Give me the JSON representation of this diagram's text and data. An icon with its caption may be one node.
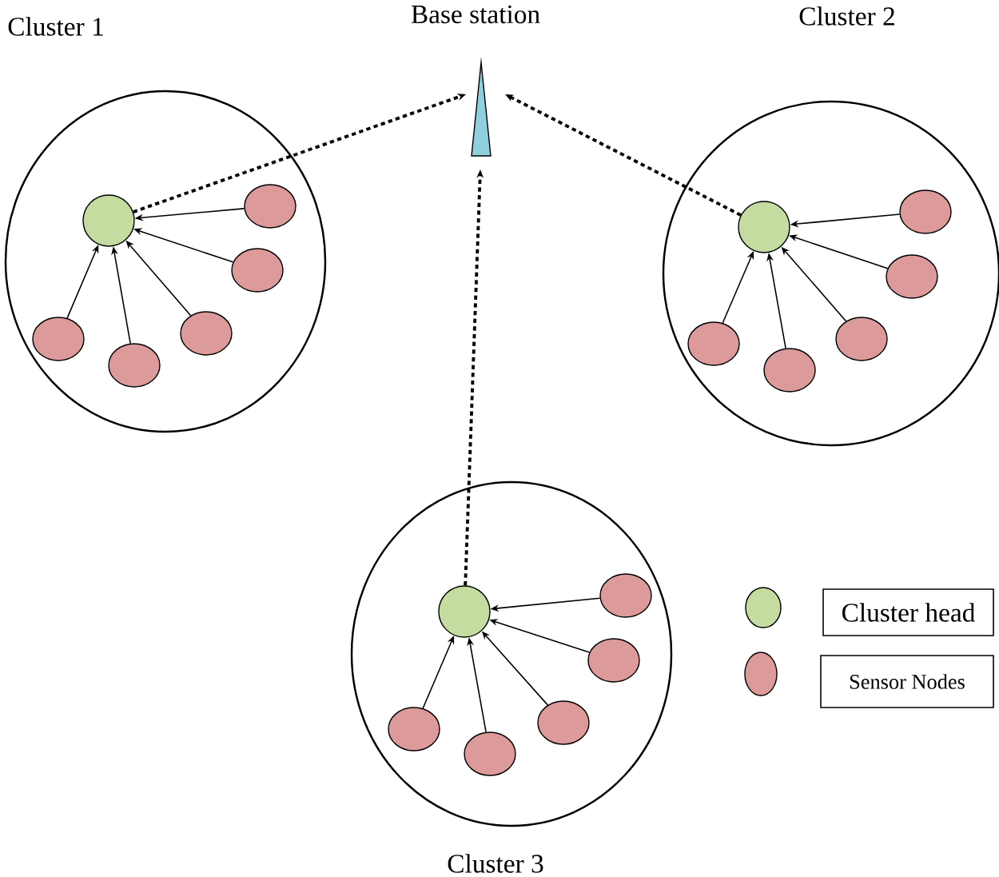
{
  "diagram": {
    "nodes": [
      {
        "text": [
          "Cluster 1"
        ]
      },
      {
        "text": [],
        "shape": "circle",
        "in": 0
      },
      {
        "text": [],
        "shape": "circle",
        "in": 0
      },
      {
        "text": [],
        "shape": "circle",
        "in": 0
      },
      {
        "text": [],
        "shape": "circle",
        "in": 0
      },
      {
        "text": [],
        "shape": "circle",
        "in": 0
      },
      {
        "text": [],
        "shape": "circle",
        "in": 0
      },
      {
        "text": [
          "Base station"
        ]
      },
      {
        "text": [
          "Cluster 2"
        ]
      },
      {
        "text": [],
        "shape": "circle",
        "in": 8
      },
      {
        "text": [],
        "shape": "circle",
        "in": 8
      },
      {
        "text": [],
        "shape": "circle",
        "in": 8
      },
      {
        "text": [],
        "shape": "circle",
        "in": 8
      },
      {
        "text": [],
        "shape": "circle",
        "in": 8
      },
      {
        "text": [],
        "shape": "circle",
        "in": 8
      },
      {
        "text": [
          "Cluster 3"
        ]
      },
      {
        "text": [],
        "shape": "circle",
        "in": 15
      },
      {
        "text": [],
        "shape": "circle",
        "in": 15
      },
      {
        "text": [],
        "shape": "circle",
        "in": 15
      },
      {
        "text": [],
        "shape": "circle",
        "in": 15
      },
      {
        "text": [],
        "shape": "circle",
        "in": 15
      },
      {
        "text": [],
        "shape": "circle",
        "in": 15
      }
    ],
    "edges": [
      {
        "from": 2,
        "to": 1,
        "arrow": "to"
      },
      {
        "from": 3,
        "to": 1,
        "arrow": "to"
      },
      {
        "from": 4,
        "to": 1,
        "arrow": "to"
      },
      {
        "from": 5,
        "to": 1,
        "arrow": "to"
      },
      {
        "from": 6,
        "to": 1,
        "arrow": "to"
      },
      {
        "from": 1,
        "to": 7,
        "arrow": "to",
        "style": "dashed"
      },
      {
        "from": 10,
        "to": 9,
        "arrow": "to"
      },
      {
        "from": 11,
        "to": 9,
        "arrow": "to"
      },
      {
        "from": 12,
        "to": 9,
        "arrow": "to"
      },
      {
        "from": 13,
        "to": 9,
        "arrow": "to"
      },
      {
        "from": 14,
        "to": 9,
        "arrow": "to"
      },
      {
        "from": 9,
        "to": 7,
        "arrow": "to",
        "style": "dashed"
      },
      {
        "from": 17,
        "to": 16,
        "arrow": "to"
      },
      {
        "from": 18,
        "to": 16,
        "arrow": "to"
      },
      {
        "from": 19,
        "to": 16,
        "arrow": "to"
      },
      {
        "from": 20,
        "to": 16,
        "arrow": "to"
      },
      {
        "from": 21,
        "to": 16,
        "arrow": "to"
      },
      {
        "from": 16,
        "to": 7,
        "arrow": "to",
        "style": "dashed"
      }
    ],
    "legend": [
      {
        "text": "Cluster head",
        "color": "#c5dca0"
      },
      {
        "text": "Sensor Nodes",
        "color": "#dc9a9a"
      }
    ]
  }
}
